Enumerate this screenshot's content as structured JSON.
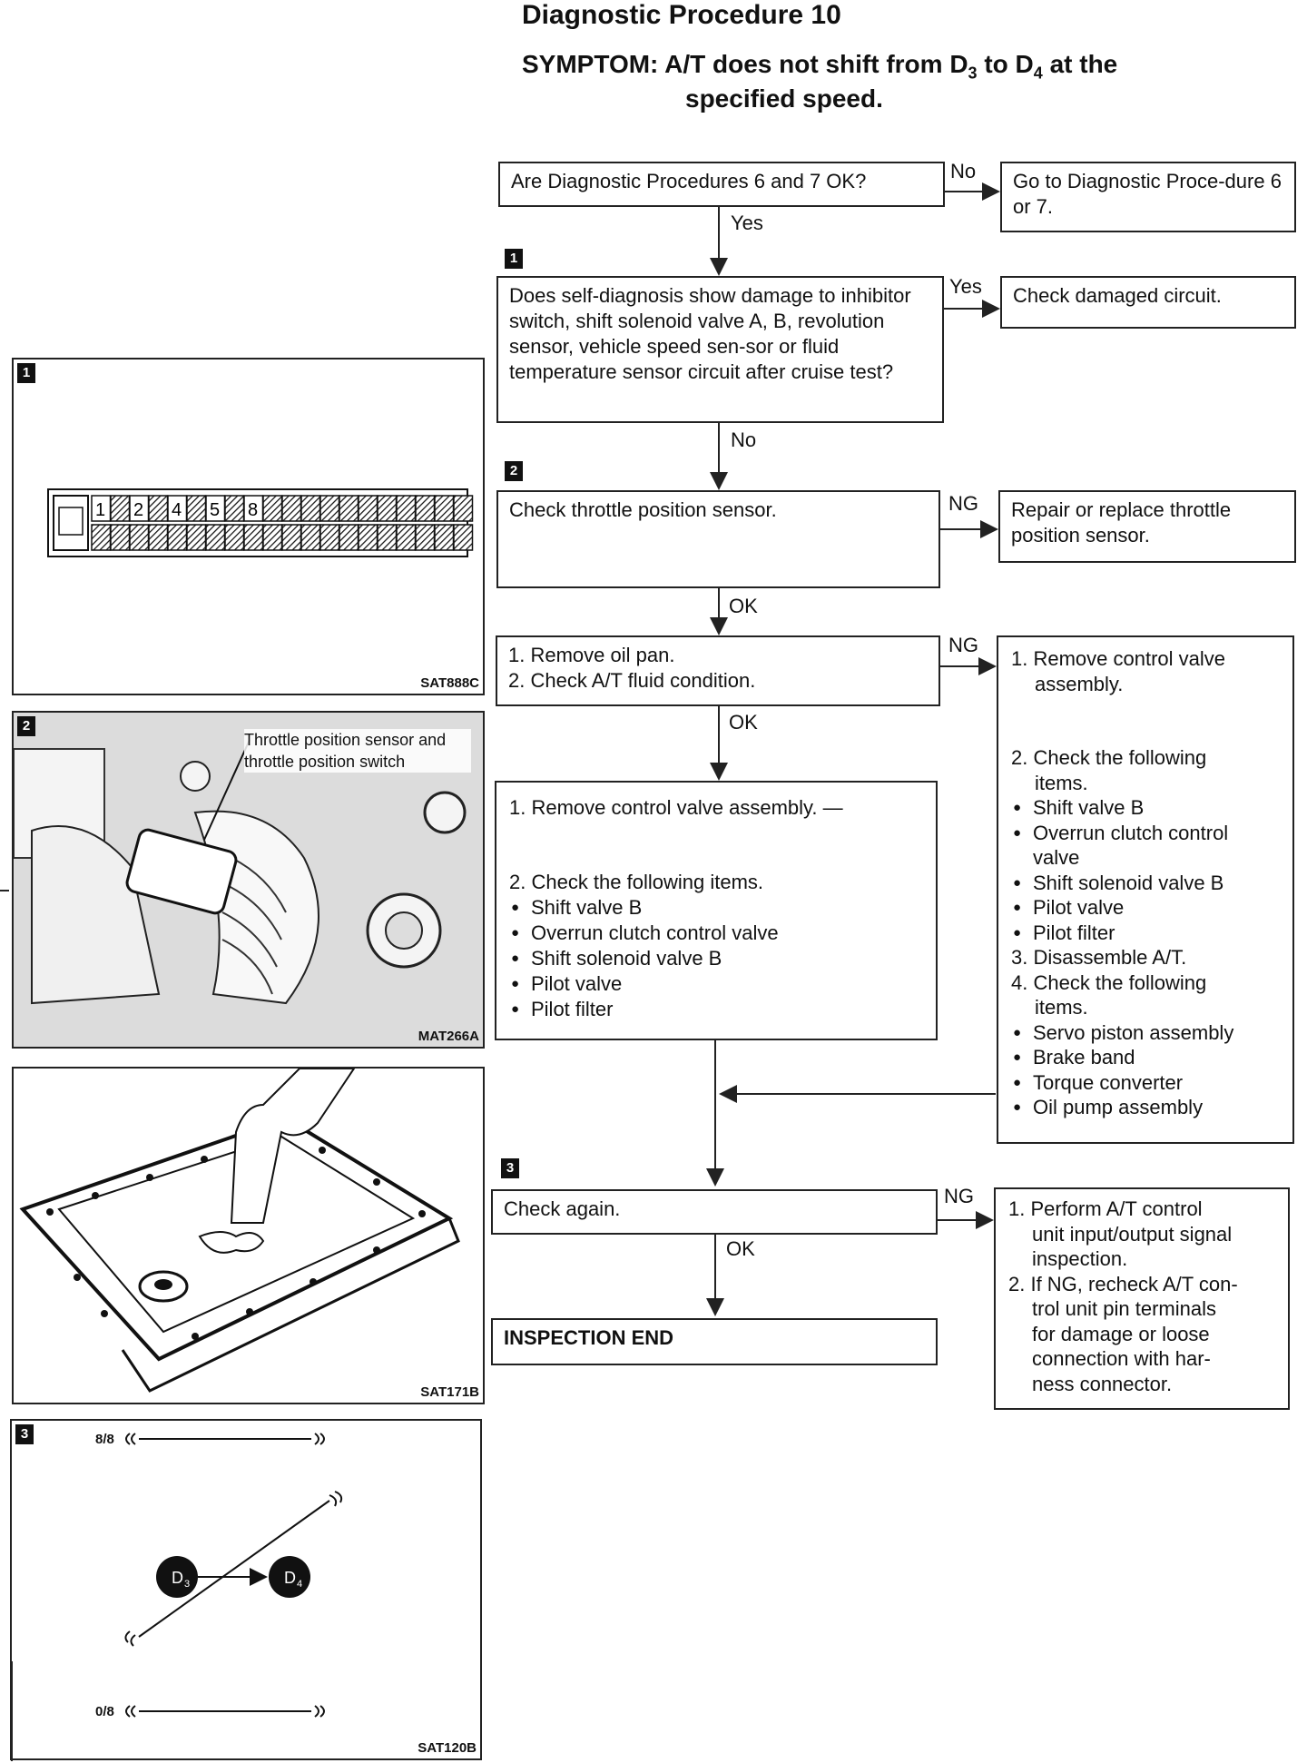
{
  "header": {
    "title": "Diagnostic Procedure 10",
    "symptom_prefix": "SYMPTOM: A/T does not shift from D",
    "sub3": "3",
    "to": " to D",
    "sub4": "4",
    "symptom_tail": " at the",
    "symptom_line2": "specified speed."
  },
  "flow": {
    "q1": "Are Diagnostic Procedures 6 and 7 OK?",
    "q1_no_label": "No",
    "q1_no_box": "Go to Diagnostic Proce-dure 6 or 7.",
    "q1_yes_label": "Yes",
    "step1_badge": "1",
    "q2": "Does self-diagnosis show damage to inhibitor switch, shift solenoid valve A, B, revolution sensor, vehicle speed sen-sor or fluid temperature sensor circuit after cruise test?",
    "q2_yes_label": "Yes",
    "q2_yes_box": "Check damaged circuit.",
    "q2_no_label": "No",
    "step2_badge": "2",
    "q3": "Check throttle position sensor.",
    "q3_ng_label": "NG",
    "q3_ng_box": "Repair or replace throttle position sensor.",
    "q3_ok_label": "OK",
    "q4_line1": "1. Remove oil pan.",
    "q4_line2": "2. Check A/T fluid condition.",
    "q4_ng_label": "NG",
    "q4_ok_label": "OK",
    "ng_box": {
      "line1": "1. Remove control valve",
      "line1b": "assembly.",
      "line2": "2. Check the following",
      "line2b": "items.",
      "items_a": [
        "Shift valve B",
        "Overrun clutch control",
        "Shift solenoid valve B",
        "Pilot valve",
        "Pilot filter"
      ],
      "items_a_cont": "valve",
      "line3": "3. Disassemble A/T.",
      "line4": "4. Check the following",
      "line4b": "items.",
      "items_b": [
        "Servo piston assembly",
        "Brake band",
        "Torque converter",
        "Oil pump assembly"
      ]
    },
    "ok_box": {
      "line1": "1. Remove control valve assembly. —",
      "line2": "2. Check the following items.",
      "items": [
        "Shift valve B",
        "Overrun clutch control valve",
        "Shift solenoid valve B",
        "Pilot valve",
        "Pilot filter"
      ]
    },
    "step3_badge": "3",
    "q5": "Check again.",
    "q5_ng_label": "NG",
    "q5_ng_box": {
      "line1": "1. Perform A/T control",
      "line1b": "unit input/output signal",
      "line1c": "inspection.",
      "line2": "2. If NG, recheck A/T con-",
      "line2b": "trol unit pin terminals",
      "line2c": "for damage or loose",
      "line2d": "connection with har-",
      "line2e": "ness connector."
    },
    "q5_ok_label": "OK",
    "end": "INSPECTION END"
  },
  "panels": {
    "p1": {
      "badge": "1",
      "code": "SAT888C",
      "cells_top": [
        "1",
        "2",
        "4",
        "5",
        "8"
      ]
    },
    "p2": {
      "badge": "2",
      "code": "MAT266A",
      "callout": "Throttle position sensor and throttle position switch"
    },
    "p3": {
      "code": "SAT171B"
    },
    "p4": {
      "badge": "3",
      "code": "SAT120B",
      "top_label": "8/8",
      "bottom_label": "0/8",
      "d3": "D",
      "d3_sub": "3",
      "d4": "D",
      "d4_sub": "4"
    }
  }
}
